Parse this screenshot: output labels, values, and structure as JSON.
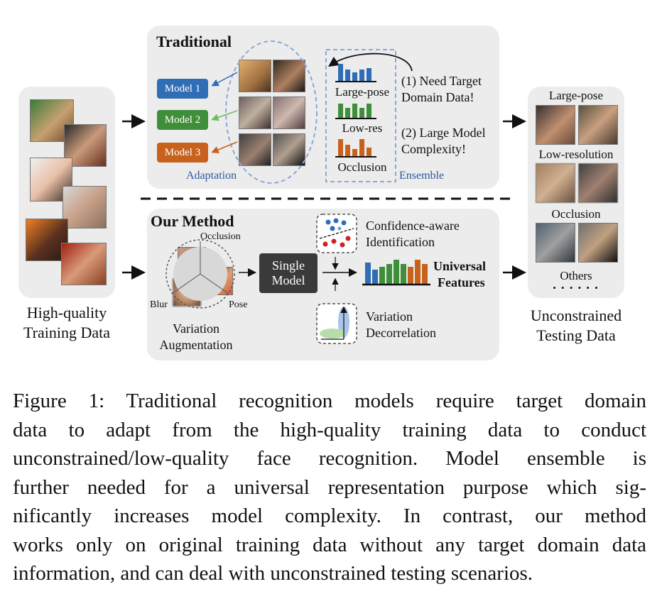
{
  "figure": {
    "training": {
      "label_line1": "High-quality",
      "label_line2": "Training Data"
    },
    "traditional": {
      "title": "Traditional",
      "models": [
        "Model 1",
        "Model 2",
        "Model 3"
      ],
      "model_colors": [
        "#2f6db5",
        "#3f8f3a",
        "#c8611c"
      ],
      "adaptation_label": "Adaptation",
      "ensemble_label": "Ensemble",
      "variations": [
        "Large-pose",
        "Low-res",
        "Occlusion"
      ],
      "need_line1": "(1) Need Target",
      "need_line2": "Domain Data!",
      "complexity_line1": "(2) Large Model",
      "complexity_line2": "Complexity!"
    },
    "ours": {
      "title": "Our Method",
      "aug_occlusion": "Occlusion",
      "aug_blur": "Blur",
      "aug_pose": "Pose",
      "aug_label_line1": "Variation",
      "aug_label_line2": "Augmentation",
      "single_line1": "Single",
      "single_line2": "Model",
      "conf_line1": "Confidence-aware",
      "conf_line2": "Identification",
      "decor_line1": "Variation",
      "decor_line2": "Decorrelation",
      "universal_line1": "Universal",
      "universal_line2": "Features"
    },
    "testing": {
      "categories": [
        "Large-pose",
        "Low-resolution",
        "Occlusion",
        "Others"
      ],
      "dots": "• • • • • •",
      "label_line1": "Unconstrained",
      "label_line2": "Testing Data"
    }
  },
  "caption": {
    "lines": [
      "Figure 1:  Traditional recognition models require target domain",
      "data to adapt from the high-quality training data to conduct",
      "unconstrained/low-quality face recognition.  Model ensemble is",
      "further needed for a universal representation purpose which sig-",
      "nificantly increases model complexity.  In contrast, our method",
      "works only on original training data without any target domain data",
      "information, and can deal with unconstrained testing scenarios."
    ]
  }
}
